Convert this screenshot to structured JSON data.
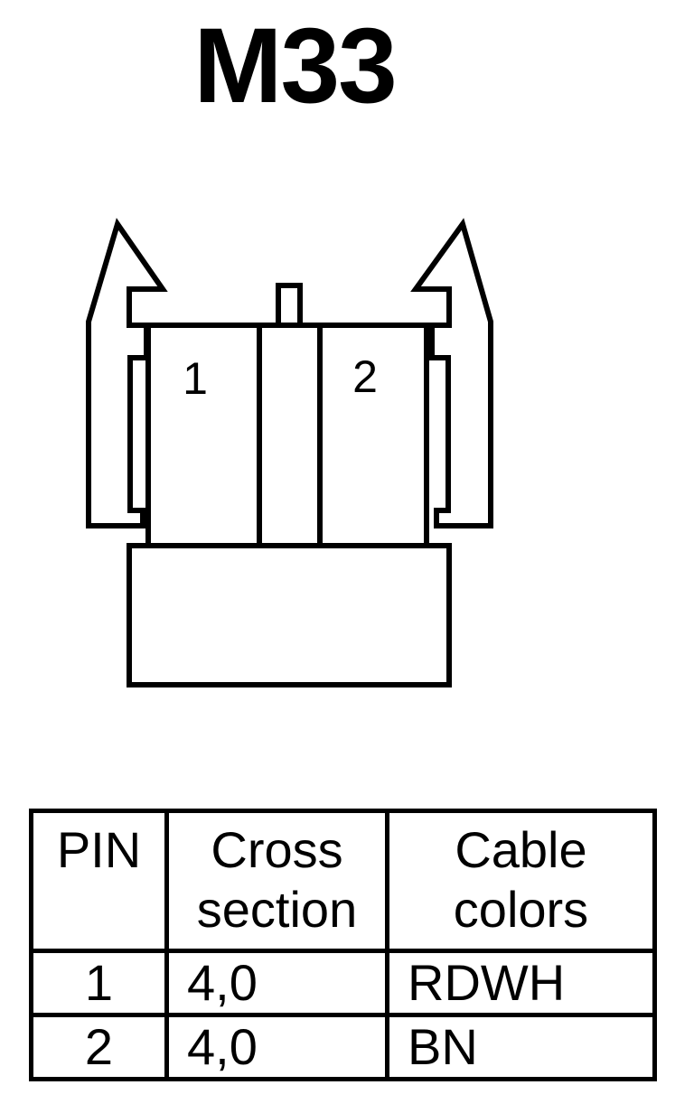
{
  "title": "M33",
  "connector": {
    "pins": [
      {
        "label": "1"
      },
      {
        "label": "2"
      }
    ]
  },
  "table": {
    "headers": [
      "PIN",
      "Cross\nsection",
      "Cable\ncolors"
    ],
    "rows": [
      {
        "pin": "1",
        "cross_section": "4,0",
        "color": "RDWH"
      },
      {
        "pin": "2",
        "cross_section": "4,0",
        "color": "BN"
      }
    ]
  },
  "colors": {
    "line": "#000000",
    "background": "#ffffff"
  }
}
